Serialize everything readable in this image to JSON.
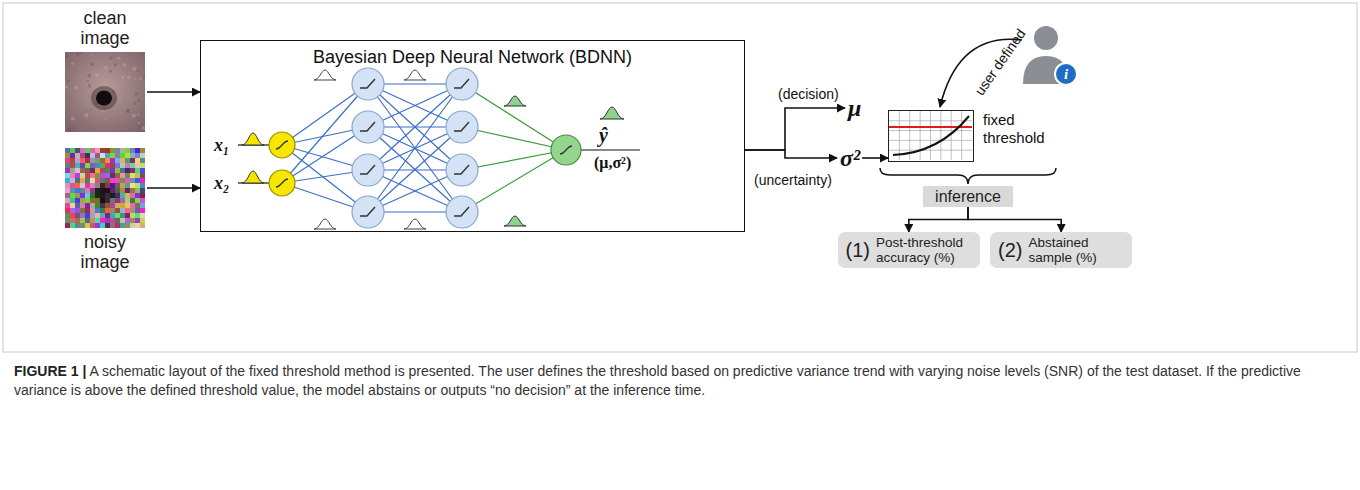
{
  "diagram": {
    "caption": "FIGURE 1 | A schematic layout of the fixed threshold method is presented. The user defines the threshold based on predictive variance trend with varying noise levels (SNR) of the test dataset. If the predictive variance is above the defined threshold value, the model abstains or outputs “no decision” at the inference time.",
    "nodes": [
      {
        "text": [
          "clean image"
        ]
      },
      {
        "text": [
          "noisy image"
        ]
      },
      {
        "text": [
          "Bayesian Deep Neural Network (BDNN)"
        ]
      },
      {
        "text": [
          "μ"
        ]
      },
      {
        "text": [
          "σ²"
        ]
      },
      {
        "text": [
          "fixed threshold"
        ]
      },
      {
        "text": [
          "inference"
        ]
      },
      {
        "text": [
          "(1)",
          "Post-threshold accuracy (%)"
        ]
      },
      {
        "text": [
          "(2)",
          "Abstained sample (%)"
        ]
      }
    ],
    "edges": [
      {
        "from": 0,
        "to": 2,
        "arrow": "to"
      },
      {
        "from": 1,
        "to": 2,
        "arrow": "to"
      },
      {
        "from": 2,
        "to": 3,
        "label": "(decision)",
        "arrow": "to"
      },
      {
        "from": 2,
        "to": 4,
        "label": "(uncertainty)",
        "arrow": "to"
      },
      {
        "from": 4,
        "to": 5,
        "arrow": "to"
      },
      {
        "from": 6,
        "to": 7,
        "arrow": "to"
      },
      {
        "from": 6,
        "to": 8,
        "arrow": "to"
      }
    ],
    "labels": [
      "x₁",
      "x₂",
      "ŷ",
      "(μ,σ²)",
      "user defined",
      "i"
    ]
  }
}
